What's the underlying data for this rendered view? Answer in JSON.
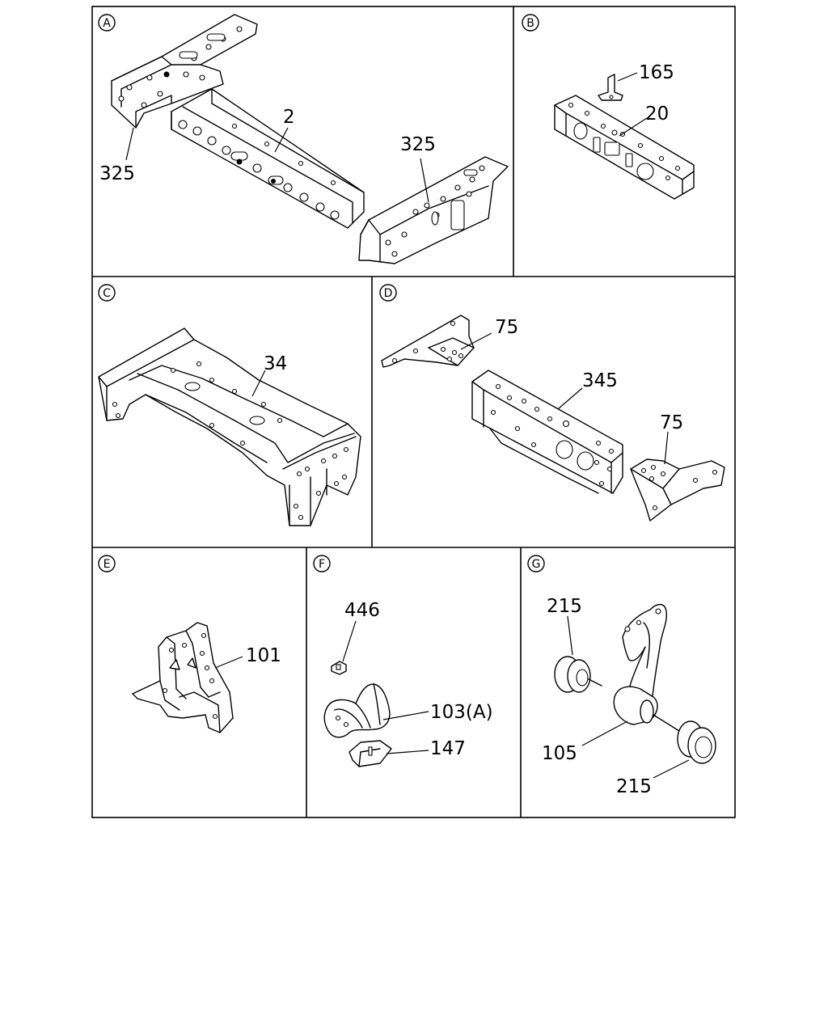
{
  "panels": [
    {
      "id": "A",
      "letter": "A",
      "callouts": [
        "325",
        "2",
        "325"
      ]
    },
    {
      "id": "B",
      "letter": "B",
      "callouts": [
        "165",
        "20"
      ]
    },
    {
      "id": "C",
      "letter": "C",
      "callouts": [
        "34"
      ]
    },
    {
      "id": "D",
      "letter": "D",
      "callouts": [
        "75",
        "345",
        "75"
      ]
    },
    {
      "id": "E",
      "letter": "E",
      "callouts": [
        "101"
      ]
    },
    {
      "id": "F",
      "letter": "F",
      "callouts": [
        "446",
        "103(A)",
        "147"
      ]
    },
    {
      "id": "G",
      "letter": "G",
      "callouts": [
        "215",
        "105",
        "215"
      ]
    }
  ]
}
